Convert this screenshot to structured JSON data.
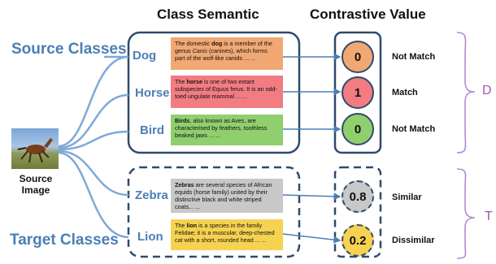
{
  "headers": {
    "class_semantic": "Class Semantic",
    "contrastive_value": "Contrastive Value"
  },
  "groups": {
    "source": "Source Classes",
    "target": "Target Classes"
  },
  "source_image": {
    "label_line1": "Source",
    "label_line2": "Image"
  },
  "rows": [
    {
      "class": "Dog",
      "bold": "dog",
      "pre": "The domestic ",
      "post": " is a member of the genus ",
      "italic": "Canis",
      "post2": " (canines), which forms part of the wolf-like canids ... ...",
      "value": "0",
      "result": "Not Match",
      "desc_color": "#f2a873",
      "circle_color": "#f2a873",
      "group": "source"
    },
    {
      "class": "Horse",
      "bold": "horse",
      "pre": "The ",
      "post": " is one of two extant subspecies of Equus ferus. It is an odd-toed ungulate mammal ... ...",
      "italic": "",
      "post2": "",
      "value": "1",
      "result": "Match",
      "desc_color": "#f27c82",
      "circle_color": "#f27c82",
      "group": "source"
    },
    {
      "class": "Bird",
      "bold": "Birds",
      "pre": "",
      "post": ", also known as Aves, are characterised by feathers, toothless beaked jaws ... ...",
      "italic": "",
      "post2": "",
      "value": "0",
      "result": "Not Match",
      "desc_color": "#8fcf6e",
      "circle_color": "#8fcf6e",
      "group": "source"
    },
    {
      "class": "Zebra",
      "bold": "Zebras",
      "pre": "",
      "post": " are several species of African equids (horse family) united by their distinctive black and white striped coats... ...",
      "italic": "",
      "post2": "",
      "value": "0.8",
      "result": "Similar",
      "desc_color": "#c8c8c8",
      "circle_color": "#c8c8c8",
      "group": "target"
    },
    {
      "class": "Lion",
      "bold": "lion",
      "pre": "The ",
      "post": " is a species in the family Felidae; it is a muscular, deep-chested cat with a short, rounded head ... ...",
      "italic": "",
      "post2": "",
      "value": "0.2",
      "result": "Dissimilar",
      "desc_color": "#f6d251",
      "circle_color": "#f6d251",
      "group": "target"
    }
  ],
  "braces": {
    "top_label": "D",
    "bottom_label": "T"
  }
}
